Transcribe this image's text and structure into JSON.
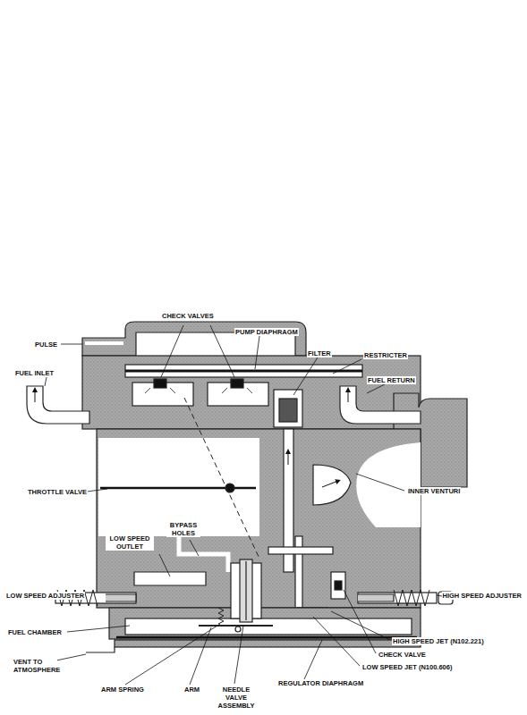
{
  "diagram": {
    "labels": [
      "CHECK VALVES",
      "PUMP DIAPHRAGM",
      "PULSE",
      "FILTER",
      "RESTRICTER",
      "FUEL INLET",
      "FUEL RETURN",
      "THROTTLE VALVE",
      "INNER VENTURI",
      "BYPASS HOLES",
      "LOW SPEED OUTLET",
      "LOW SPEED ADJUSTER",
      "HIGH SPEED ADJUSTER",
      "FUEL CHAMBER",
      "HIGH SPEED JET (N102.221)",
      "CHECK VALVE",
      "VENT TO ATMOSPHERE",
      "LOW SPEED JET (N100.606)",
      "ARM SPRING",
      "ARM",
      "NEEDLE VALVE ASSEMBLY",
      "REGULATOR DIAPHRAGM"
    ]
  }
}
